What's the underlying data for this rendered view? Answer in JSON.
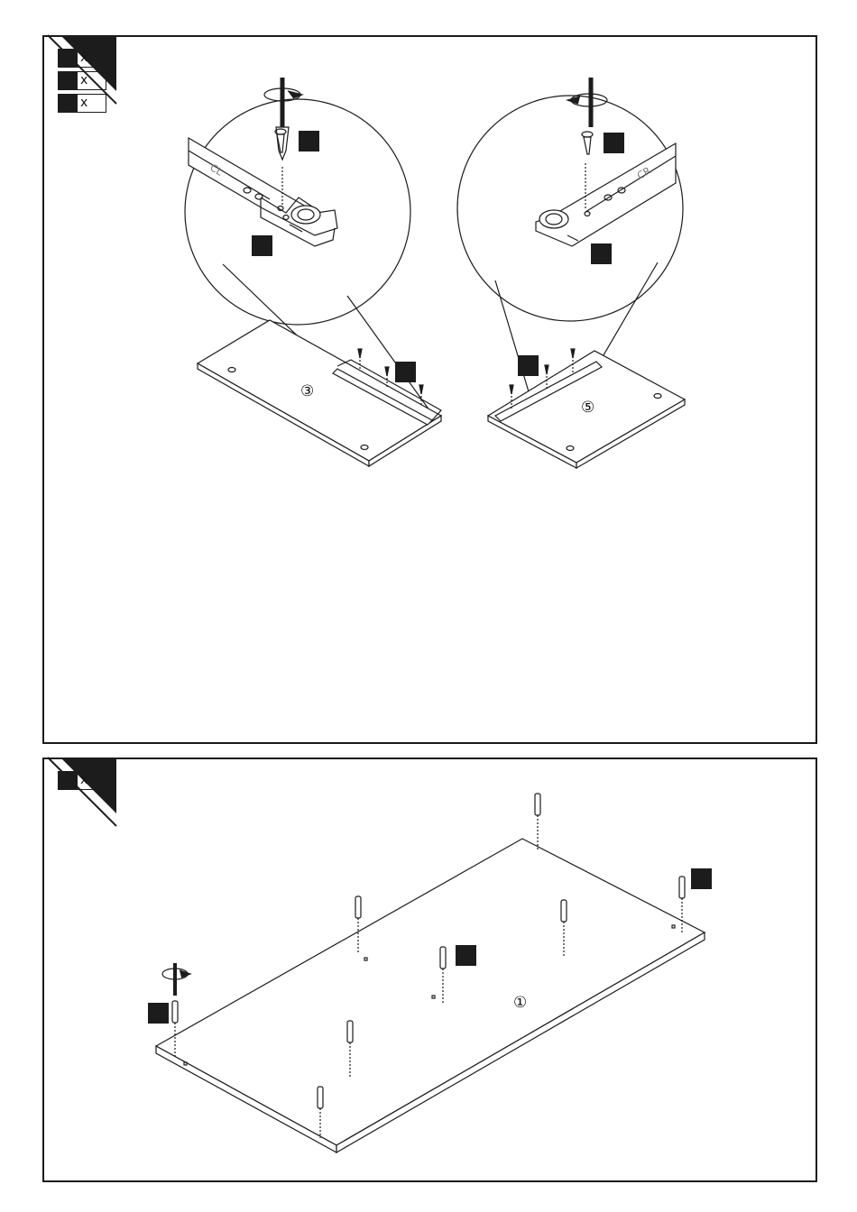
{
  "panels": [
    {
      "legend": [
        {
          "multiplier": "x"
        },
        {
          "multiplier": "x"
        },
        {
          "multiplier": "x"
        }
      ],
      "rail_marks": {
        "left": "CL",
        "right": "CR"
      },
      "panel_numbers": {
        "left": "③",
        "right": "⑤"
      }
    },
    {
      "legend": [
        {
          "multiplier": "x"
        }
      ],
      "panel_numbers": {
        "main": "①"
      }
    }
  ],
  "colors": {
    "ink": "#1c1c1c",
    "paper": "#ffffff"
  },
  "icons": [
    "screwdriver-icon",
    "rotation-arrow-icon",
    "screw-icon",
    "cam-dowel-icon",
    "drawer-rail-icon"
  ]
}
